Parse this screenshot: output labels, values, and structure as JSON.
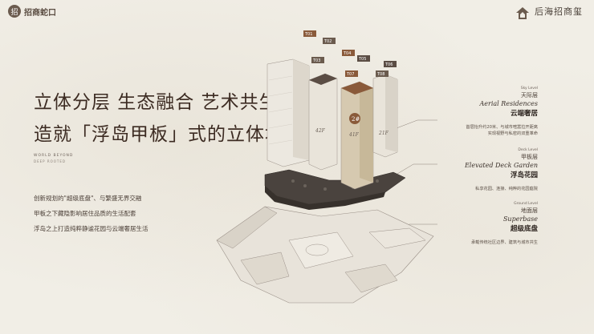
{
  "brand_left": {
    "mark": "招",
    "name": "招商蛇口"
  },
  "brand_right": {
    "name": "后海招商玺",
    "sub": ""
  },
  "headline": {
    "line1": "立体分层 生态融合 艺术共生",
    "line2": "造就「浮岛甲板」式的立体地标",
    "en1": "WORLD BEYOND",
    "en2": "DEEP ROOTED"
  },
  "description": [
    "创新规划的\"超级底盘\"、与繁盛无界交融",
    "甲板之下藏隐影响居住品质的生活配套",
    "浮岛之上打造纯粹静谧花园与云端奢居生活"
  ],
  "levels": {
    "sky": {
      "level_label": "Sky Level",
      "cn_small": "天际层",
      "en": "Aerial Residences",
      "cn": "云端奢居",
      "notes": [
        "首层抬升约20米、与城市喧嚣拉开距离",
        "实现视野与私密的双重革命"
      ]
    },
    "deck": {
      "level_label": "Deck Level",
      "cn_small": "甲板层",
      "en": "Elevated Deck Garden",
      "cn": "浮岛花园",
      "notes": [
        "私享花园、连接、纯粹的花园庭院"
      ]
    },
    "ground": {
      "level_label": "Ground Level",
      "cn_small": "地面层",
      "en": "Superbase",
      "cn": "超级底盘",
      "notes": [
        "承载传统社区边界、建筑与城市共生"
      ]
    }
  },
  "towers": {
    "tower1_floor": "42F",
    "tower2_floor": "41F",
    "tower3_floor": "21F",
    "tower2_badge": "2#",
    "tags": [
      "T01",
      "T02",
      "T03",
      "T04",
      "T05",
      "T06",
      "T07",
      "T08"
    ]
  },
  "colors": {
    "background": "#f1eee6",
    "tower_light": "#e9e4da",
    "tower_tan": "#d6c9b0",
    "tower_dark": "#5b4d44",
    "accent_brown": "#8a5a3a",
    "deck_dark": "#4a433e",
    "base_light": "#e8e3da"
  },
  "page_number": ""
}
